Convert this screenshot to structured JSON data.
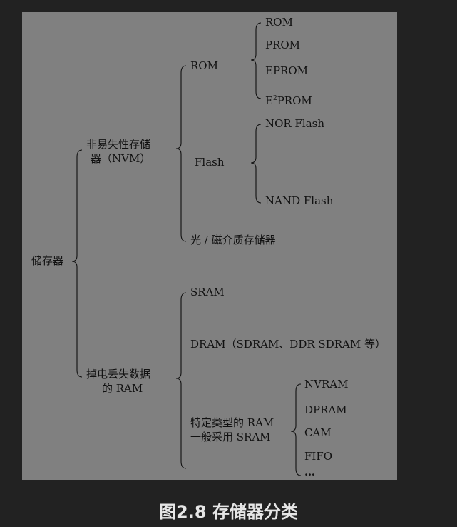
{
  "tree": {
    "root": "储存器",
    "nvm": {
      "line1": "非易失性存储",
      "line2": "器（NVM）"
    },
    "rom_group": {
      "label": "ROM",
      "items": [
        "ROM",
        "PROM",
        "EPROM"
      ],
      "e2prom": {
        "base": "E",
        "sup": "2",
        "rest": "PROM"
      }
    },
    "flash_group": {
      "label": "Flash",
      "items": [
        "NOR Flash",
        "NAND  Flash"
      ]
    },
    "optical": "光 / 磁介质存储器",
    "ram": {
      "line1": "掉电丢失数据",
      "line2": "的 RAM"
    },
    "ram_items": {
      "sram": "SRAM",
      "dram": "DRAM（SDRAM、DDR  SDRAM 等）"
    },
    "special": {
      "line1": "特定类型的 RAM",
      "line2": "一般采用 SRAM",
      "items": [
        "NVRAM",
        "DPRAM",
        "CAM",
        "FIFO",
        "…"
      ]
    }
  },
  "caption": "图2.8  存储器分类",
  "colors": {
    "page_background": "#222222",
    "panel_background": "#808080",
    "text": "#111111",
    "brace": "#111111",
    "caption": "#e6e6e6"
  }
}
